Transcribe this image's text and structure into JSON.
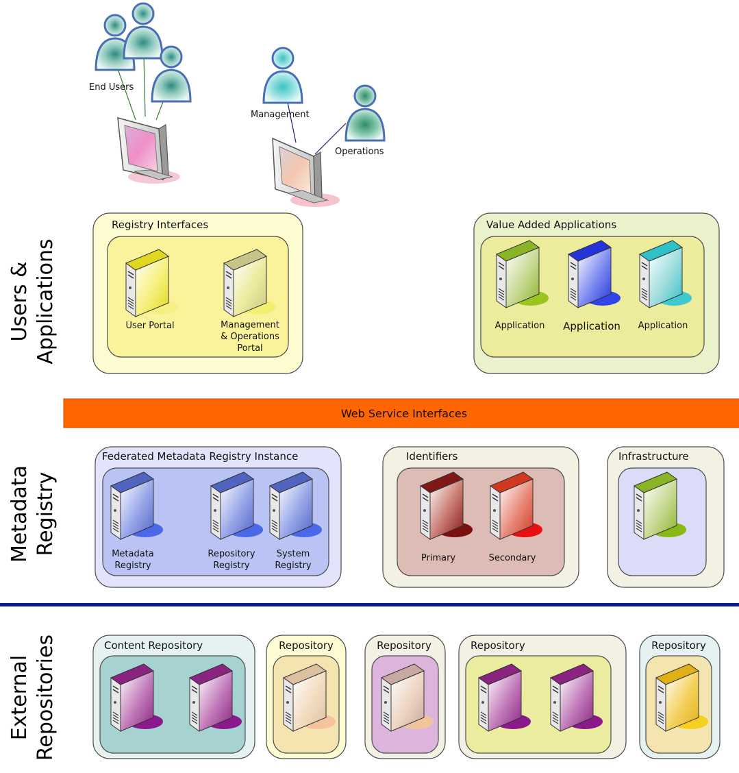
{
  "sections": {
    "users_apps": [
      "Users &",
      "Applications"
    ],
    "metadata_registry": [
      "Metadata",
      "Registry"
    ],
    "external_repos": [
      "External",
      "Repositories"
    ]
  },
  "people": {
    "end_users": "End Users",
    "management": "Management",
    "operations": "Operations"
  },
  "groups": {
    "registry_interfaces": {
      "title": "Registry Interfaces",
      "user_portal": "User Portal",
      "mgmt_portal": [
        "Management",
        "& Operations",
        "Portal"
      ]
    },
    "value_added": {
      "title": "Value Added Applications",
      "apps": [
        "Application",
        "Application",
        "Application"
      ]
    },
    "web_service_bar": "Web Service Interfaces",
    "federated": {
      "title": "Federated Metadata Registry Instance",
      "metadata_registry": [
        "Metadata",
        "Registry"
      ],
      "repository_registry": [
        "Repository",
        "Registry"
      ],
      "system_registry": [
        "System",
        "Registry"
      ]
    },
    "identifiers": {
      "title": "Identifiers",
      "primary": "Primary",
      "secondary": "Secondary"
    },
    "infrastructure": {
      "title": "Infrastructure"
    },
    "content_repository": {
      "title": "Content Repository"
    },
    "repository_1": {
      "title": "Repository"
    },
    "repository_2": {
      "title": "Repository"
    },
    "repository_3": {
      "title": "Repository"
    },
    "repository_4": {
      "title": "Repository"
    }
  },
  "colors": {
    "web_service_bar": "#ff6600",
    "divider": "#0b1a8c",
    "registry_outer": "#fdfbd0",
    "registry_inner": "#fbf29c",
    "value_outer": "#eaf2cc",
    "value_inner": "#ecec9c",
    "federated_outer": "#e3e3fb",
    "federated_inner": "#b9c4f4",
    "identifiers_outer": "#f2f1e4",
    "identifiers_inner": "#dcbcb4",
    "infrastructure_outer": "#f2f1e4",
    "infrastructure_inner": "#dcdcf8",
    "content_outer": "#e6f2f2",
    "content_inner": "#a6d2d2",
    "repo1_outer": "#fcfbd2",
    "repo1_inner": "#f4e4b0",
    "repo2_outer": "#f2f1e4",
    "repo2_inner": "#dcb4dc",
    "repo3_outer": "#f2f1e4",
    "repo3_inner": "#ececa0",
    "repo4_outer": "#e6f2f2",
    "repo4_inner": "#f4e4b0"
  },
  "icons": {
    "server": "server-icon",
    "user": "user-icon",
    "monitor": "monitor-icon"
  }
}
